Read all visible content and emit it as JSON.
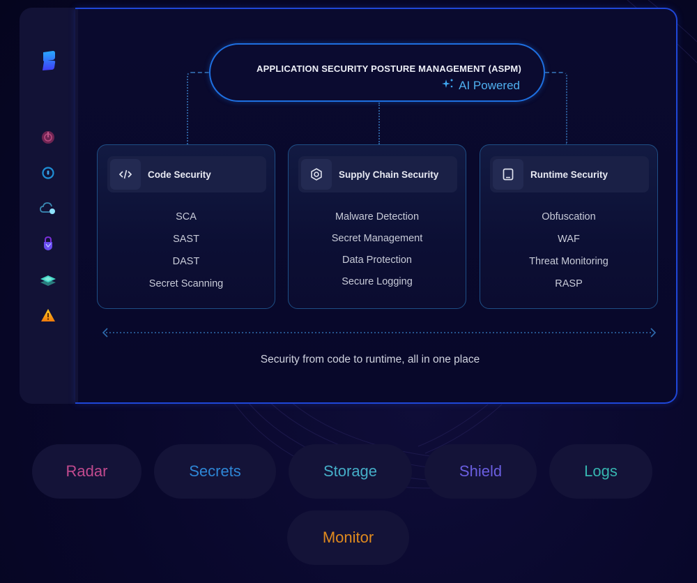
{
  "sidebar": {
    "logo": "brand-logo",
    "icons": [
      {
        "name": "radar-icon",
        "color": "#a3356e"
      },
      {
        "name": "secrets-icon",
        "color": "#1f8fd6"
      },
      {
        "name": "cloud-storage-icon",
        "color": "#3fa0c8"
      },
      {
        "name": "lock-shield-icon",
        "color": "#8a3ff0"
      },
      {
        "name": "layers-icon",
        "color": "#3ed6c0"
      },
      {
        "name": "warning-icon",
        "color": "#f5a40c"
      }
    ]
  },
  "aspm": {
    "title": "APPLICATION SECURITY POSTURE MANAGEMENT (ASPM)",
    "ai_label": "AI Powered",
    "ai_icon": "sparkle-icon"
  },
  "cards": [
    {
      "title": "Code Security",
      "icon": "code-icon",
      "items": [
        "SCA",
        "SAST",
        "DAST",
        "Secret Scanning"
      ]
    },
    {
      "title": "Supply Chain Security",
      "icon": "gear-icon",
      "items": [
        "Malware Detection",
        "Secret Management",
        "Data Protection",
        "Secure Logging"
      ]
    },
    {
      "title": "Runtime Security",
      "icon": "device-icon",
      "items": [
        "Obfuscation",
        "WAF",
        "Threat Monitoring",
        "RASP"
      ]
    }
  ],
  "tagline": "Security from code to runtime, all in one place",
  "pills": [
    {
      "label": "Radar",
      "color": "#c14a8e"
    },
    {
      "label": "Secrets",
      "color": "#2e86d6"
    },
    {
      "label": "Storage",
      "color": "#45aec8"
    },
    {
      "label": "Shield",
      "color": "#6a5ee0"
    },
    {
      "label": "Logs",
      "color": "#36b5b0"
    },
    {
      "label": "Monitor",
      "color": "#e08a1e"
    }
  ]
}
